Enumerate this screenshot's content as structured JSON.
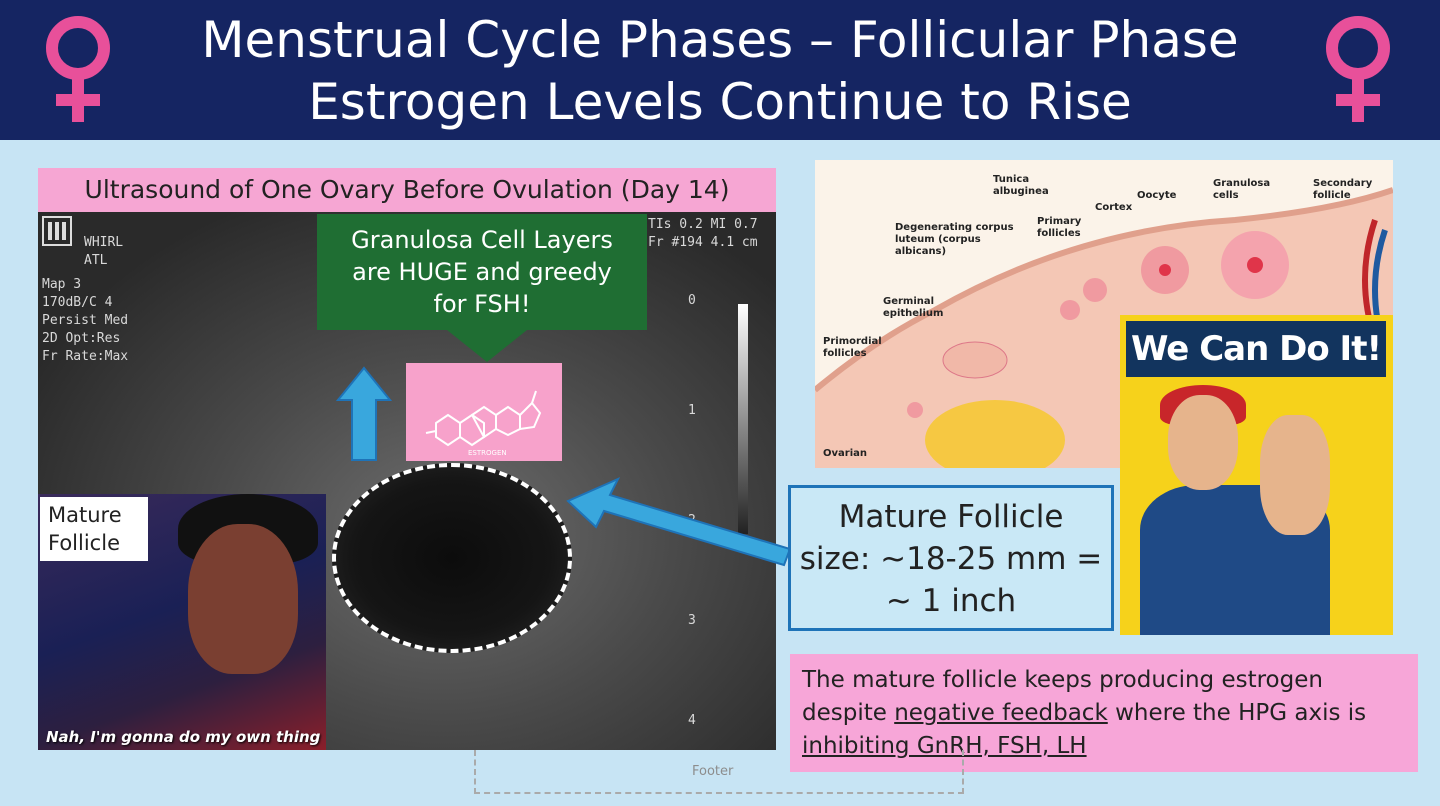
{
  "header": {
    "title_line1": "Menstrual Cycle Phases – Follicular Phase",
    "title_line2": "Estrogen Levels Continue to Rise",
    "venus_color": "#e8509a",
    "bg_color": "#152562"
  },
  "ultrasound": {
    "title": "Ultrasound of One Ovary Before Ovulation (Day 14)",
    "meta_left": [
      "WHIRL",
      "ATL",
      "Map 3",
      "170dB/C 4",
      "Persist Med",
      "2D Opt:Res",
      "Fr Rate:Max"
    ],
    "meta_right_line1": "TIs 0.2   MI 0.7",
    "meta_right_line2": "Fr #194  4.1 cm",
    "scale_ticks": [
      "0",
      "1",
      "2",
      "3",
      "4"
    ]
  },
  "callout_green": {
    "line1": "Granulosa Cell Layers",
    "line2": "are HUGE and greedy",
    "line3": "for FSH!"
  },
  "estrogen_molecule": {
    "label": "ESTROGEN"
  },
  "meme": {
    "label_line1": "Mature",
    "label_line2": "Follicle",
    "caption": "Nah, I'm gonna do my own thing"
  },
  "anatomy_labels": {
    "tunica": "Tunica albuginea",
    "degenerating": "Degenerating corpus luteum (corpus albicans)",
    "primary": "Primary follicles",
    "cortex": "Cortex",
    "oocyte": "Oocyte",
    "granulosa": "Granulosa cells",
    "secondary": "Secondary follicle",
    "germinal": "Germinal epithelium",
    "primordial": "Primordial follicles",
    "ovarian": "Ovarian"
  },
  "poster": {
    "slogan": "We Can Do It!"
  },
  "mature_follicle": {
    "line1": "Mature Follicle",
    "line2": "size: ~18-25 mm =",
    "line3": "~ 1 inch"
  },
  "feedback": {
    "text_a": "The mature follicle keeps producing estrogen despite ",
    "underline_a": "negative feedback",
    "text_b": " where the HPG axis is ",
    "underline_b": "inhibiting GnRH, FSH, LH"
  },
  "footer": {
    "text": "Footer"
  }
}
